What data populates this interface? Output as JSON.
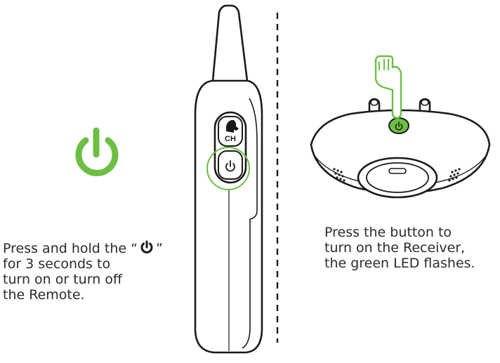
{
  "colors": {
    "accent_green": "#6cbf43",
    "outline": "#1a1a1a",
    "caption_text": "#2b2b2b"
  },
  "icons": {
    "large_power": "power-icon",
    "remote_channel_button": "dog-head-icon",
    "remote_power_button": "power-icon",
    "receiver_button": "power-icon",
    "finger": "pointing-hand-icon"
  },
  "remote": {
    "channel_button_label": "CH"
  },
  "left_caption": {
    "line1_prefix": "Press and hold the “",
    "line1_suffix": "”",
    "line2": "for 3 seconds to",
    "line3": "turn on or turn off",
    "line4": "the Remote."
  },
  "right_caption": {
    "line1": "Press the button to",
    "line2": "turn on the Receiver,",
    "line3": "the green LED flashes."
  }
}
